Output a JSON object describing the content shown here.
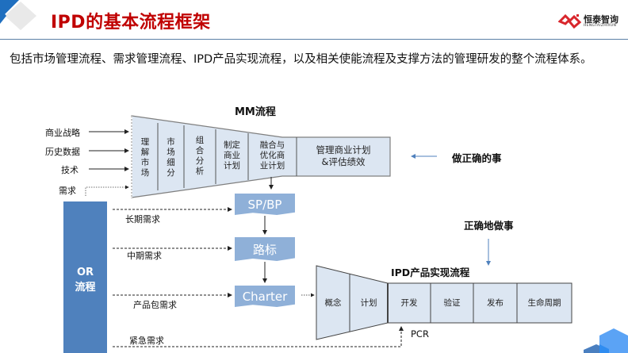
{
  "header": {
    "title": "IPD的基本流程框架",
    "logo_name": "恒泰智询",
    "logo_sub": "HENGTAIZHIXUN"
  },
  "intro": "包括市场管理流程、需求管理流程、IPD产品实现流程，以及相关使能流程及支撑方法的管理研发的整个流程体系。",
  "mm": {
    "title": "MM流程",
    "inputs": [
      "商业战略",
      "历史数据",
      "技术",
      "需求"
    ],
    "stages": [
      "理解市场",
      "市场细分",
      "组合分析",
      "制定商业计划",
      "融合与优化商业计划",
      "管理商业计划&评估绩效"
    ],
    "stage_lines": [
      [
        "理",
        "解",
        "市",
        "场"
      ],
      [
        "市",
        "场",
        "细",
        "分"
      ],
      [
        "组",
        "合",
        "分",
        "析"
      ],
      [
        "制定",
        "商业",
        "计划"
      ],
      [
        "融合与",
        "优化商",
        "业计划"
      ],
      [
        "管理商业计划",
        "&评估绩效"
      ]
    ],
    "annotation": "做正确的事"
  },
  "or": {
    "line1": "OR",
    "line2": "流程",
    "outputs": [
      "长期需求",
      "中期需求",
      "产品包需求",
      "紧急需求"
    ]
  },
  "flags": [
    "SP/BP",
    "路标",
    "Charter"
  ],
  "ipd": {
    "title": "IPD产品实现流程",
    "stages": [
      "概念",
      "计划",
      "开发",
      "验证",
      "发布",
      "生命周期"
    ],
    "annotation": "正确地做事",
    "pcr": "PCR"
  },
  "colors": {
    "title_red": "#c00000",
    "or_blue": "#4f81bd",
    "flag_blue": "#8fb0d8",
    "stage_fill": "#dce6f2",
    "arrow_blue": "#4f81bd"
  }
}
